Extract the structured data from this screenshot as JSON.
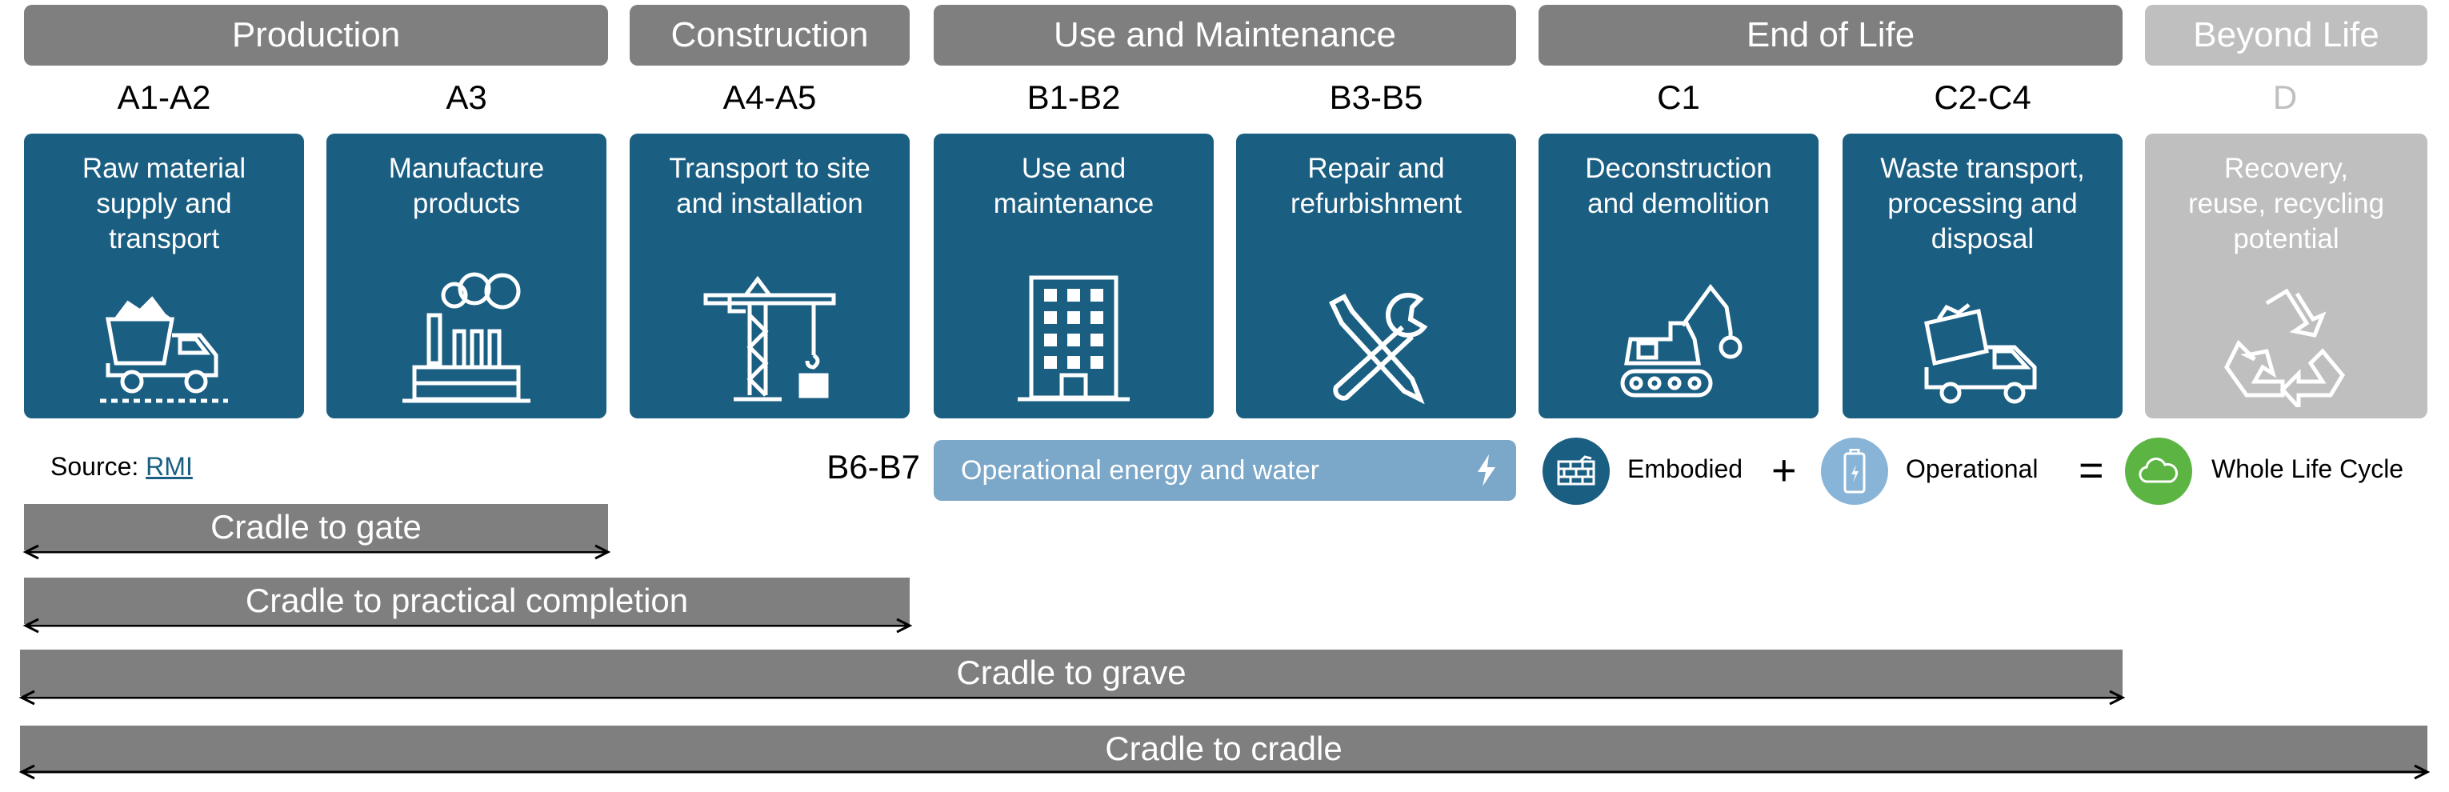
{
  "phases": [
    {
      "label": "Production"
    },
    {
      "label": "Construction"
    },
    {
      "label": "Use and Maintenance"
    },
    {
      "label": "End of Life"
    },
    {
      "label": "Beyond Life"
    }
  ],
  "stages": [
    {
      "code": "A1-A2",
      "label": "Raw material\nsupply and\ntransport",
      "icon": "dump-truck-icon"
    },
    {
      "code": "A3",
      "label": "Manufacture\nproducts",
      "icon": "factory-icon"
    },
    {
      "code": "A4-A5",
      "label": "Transport to site\nand installation",
      "icon": "crane-icon"
    },
    {
      "code": "B1-B2",
      "label": "Use and\nmaintenance",
      "icon": "building-icon"
    },
    {
      "code": "B3-B5",
      "label": "Repair and\nrefurbishment",
      "icon": "tools-icon"
    },
    {
      "code": "C1",
      "label": "Deconstruction\nand demolition",
      "icon": "excavator-icon"
    },
    {
      "code": "C2-C4",
      "label": "Waste transport,\nprocessing and\ndisposal",
      "icon": "tipper-truck-icon"
    },
    {
      "code": "D",
      "label": "Recovery,\nreuse, recycling\npotential",
      "icon": "recycle-icon"
    }
  ],
  "source": {
    "prefix": "Source: ",
    "link": "RMI"
  },
  "operational": {
    "code": "B6-B7",
    "label": "Operational energy and water",
    "icon": "lightning-icon"
  },
  "legend": {
    "embodied": "Embodied",
    "plus": "+",
    "operational": "Operational",
    "equals": "=",
    "whole": "Whole Life Cycle"
  },
  "scopes": [
    {
      "label": "Cradle to gate"
    },
    {
      "label": "Cradle to practical completion"
    },
    {
      "label": "Cradle to grave"
    },
    {
      "label": "Cradle to cradle"
    }
  ],
  "colors": {
    "phase_gray": "#7f7f7f",
    "phase_light": "#bfbfbf",
    "stage_blue": "#1a5e82",
    "operational_blue": "#7ba7c9",
    "whole_green": "#5cb543",
    "operational_circle": "#88b4d8",
    "embodied_circle": "#1a5e82"
  }
}
